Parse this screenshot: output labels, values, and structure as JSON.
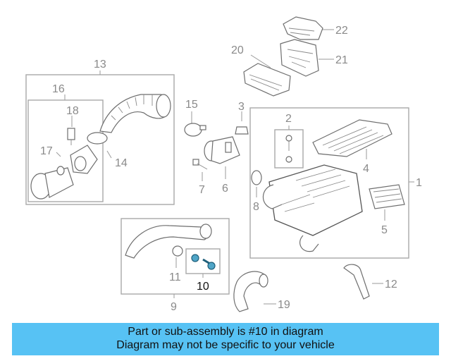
{
  "diagram": {
    "callouts": [
      {
        "id": "c1",
        "label": "1"
      },
      {
        "id": "c2",
        "label": "2"
      },
      {
        "id": "c3",
        "label": "3"
      },
      {
        "id": "c4",
        "label": "4"
      },
      {
        "id": "c5",
        "label": "5"
      },
      {
        "id": "c6",
        "label": "6"
      },
      {
        "id": "c7",
        "label": "7"
      },
      {
        "id": "c8",
        "label": "8"
      },
      {
        "id": "c9",
        "label": "9"
      },
      {
        "id": "c10",
        "label": "10",
        "highlighted": true
      },
      {
        "id": "c11",
        "label": "11"
      },
      {
        "id": "c12",
        "label": "12"
      },
      {
        "id": "c13",
        "label": "13"
      },
      {
        "id": "c14",
        "label": "14"
      },
      {
        "id": "c15",
        "label": "15"
      },
      {
        "id": "c16",
        "label": "16"
      },
      {
        "id": "c17",
        "label": "17"
      },
      {
        "id": "c18",
        "label": "18"
      },
      {
        "id": "c19",
        "label": "19"
      },
      {
        "id": "c20",
        "label": "20"
      },
      {
        "id": "c21",
        "label": "21"
      },
      {
        "id": "c22",
        "label": "22"
      }
    ],
    "highlight_color": "#4fa5c7"
  },
  "banner": {
    "line1": "Part or sub-assembly is #10 in diagram",
    "line2": "Diagram may not be specific to your vehicle",
    "background": "#57c2f4"
  }
}
